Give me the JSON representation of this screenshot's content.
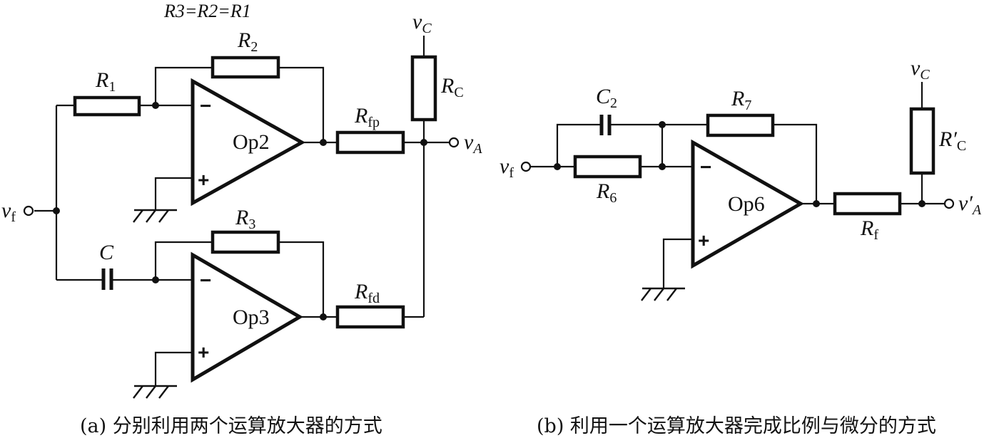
{
  "figure": {
    "panel_a": {
      "equation": "R3=R2=R1",
      "caption": "(a) 分别利用两个运算放大器的方式",
      "components": {
        "R1": {
          "symbol": "R",
          "sub": "1"
        },
        "R2": {
          "symbol": "R",
          "sub": "2"
        },
        "R3": {
          "symbol": "R",
          "sub": "3"
        },
        "Rfp": {
          "symbol": "R",
          "sub": "fp"
        },
        "Rfd": {
          "symbol": "R",
          "sub": "fd"
        },
        "RC": {
          "symbol": "R",
          "sub": "C"
        },
        "C": {
          "symbol": "C",
          "sub": ""
        }
      },
      "opamps": [
        "Op2",
        "Op3"
      ],
      "terminals": {
        "input": {
          "symbol": "v",
          "sub": "f"
        },
        "output": {
          "symbol": "v",
          "sub": "A"
        },
        "supply": {
          "symbol": "v",
          "sub": "C"
        }
      },
      "signs": {
        "minus": "−",
        "plus": "+"
      }
    },
    "panel_b": {
      "caption": "(b) 利用一个运算放大器完成比例与微分的方式",
      "components": {
        "C2": {
          "symbol": "C",
          "sub": "2"
        },
        "R6": {
          "symbol": "R",
          "sub": "6"
        },
        "R7": {
          "symbol": "R",
          "sub": "7"
        },
        "Rf": {
          "symbol": "R",
          "sub": "f"
        },
        "RpC": {
          "symbol": "R′",
          "sub": "C"
        }
      },
      "opamps": [
        "Op6"
      ],
      "terminals": {
        "input": {
          "symbol": "v",
          "sub": "f"
        },
        "output": {
          "symbol": "v′",
          "sub": "A"
        },
        "supply": {
          "symbol": "v",
          "sub": "C"
        }
      },
      "signs": {
        "minus": "−",
        "plus": "+"
      }
    }
  }
}
